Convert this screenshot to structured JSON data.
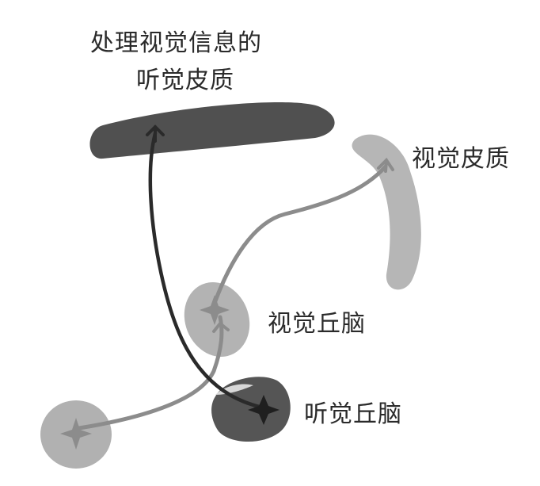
{
  "labels": {
    "auditory_cortex_line1": "处理视觉信息的",
    "auditory_cortex_line2": "听觉皮质",
    "visual_cortex": "视觉皮质",
    "visual_thalamus": "视觉丘脑",
    "auditory_thalamus": "听觉丘脑"
  },
  "colors": {
    "auditory_cortex": "#505050",
    "visual_cortex": "#b6b6b6",
    "visual_thalamus": "#b3b3b3",
    "auditory_thalamus": "#555555",
    "retina": "#b1b1b1",
    "visual_pathway": "#8c8c8c",
    "rewired_pathway": "#2a2a2a"
  }
}
